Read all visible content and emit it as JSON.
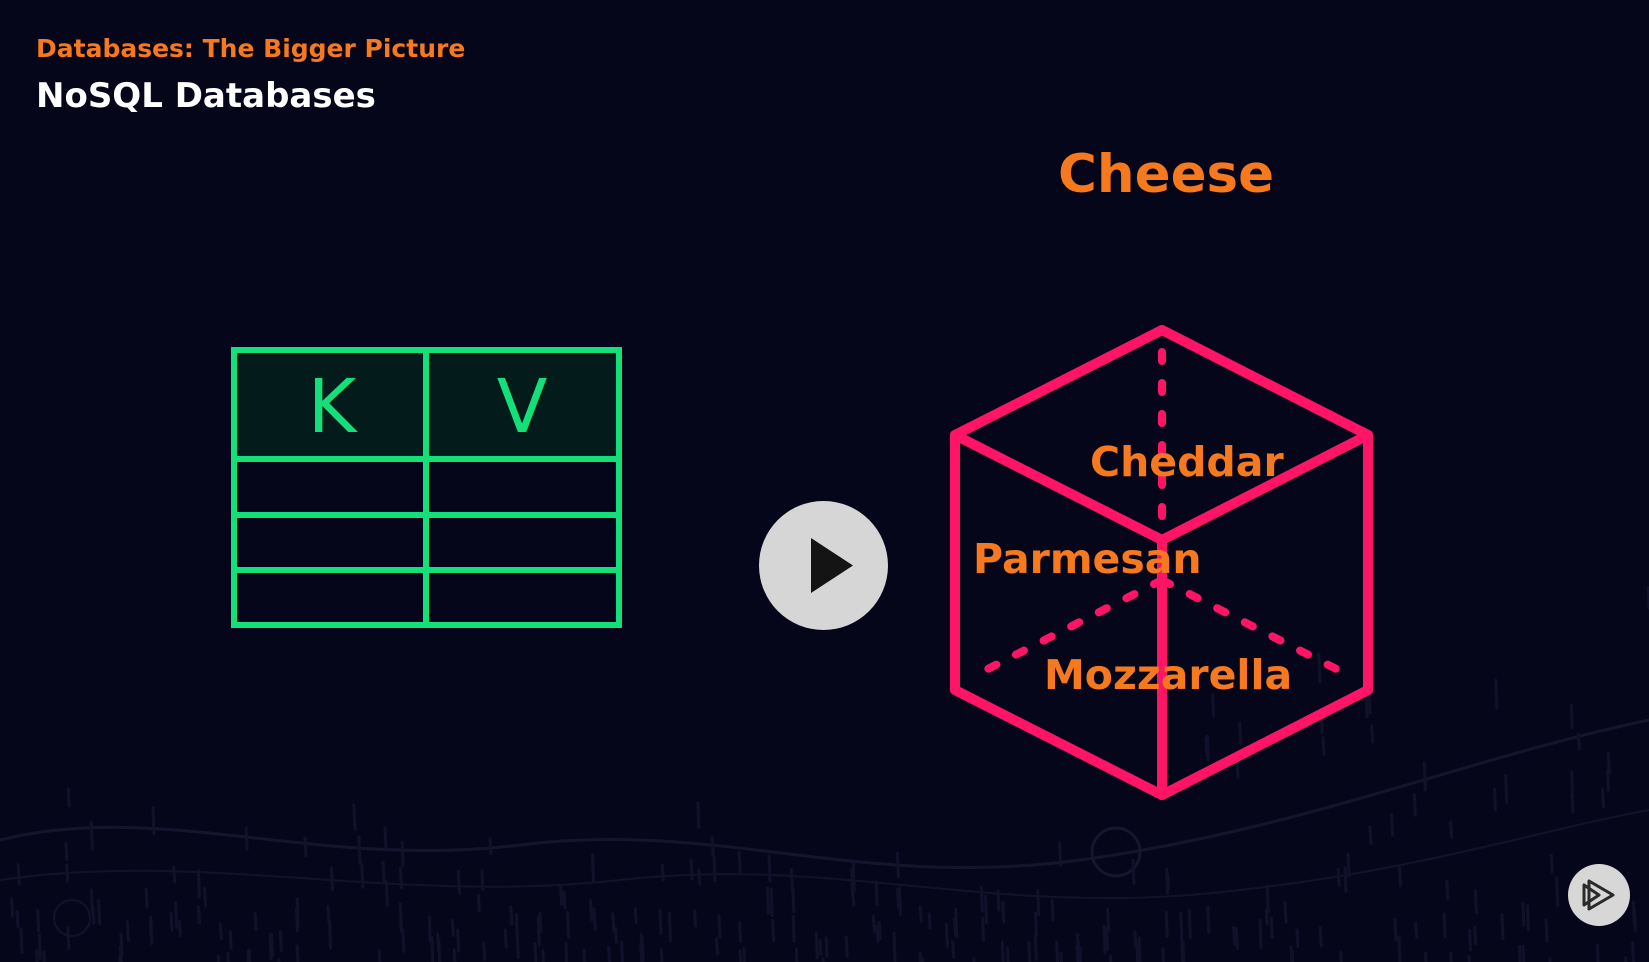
{
  "slide": {
    "course_title": "Databases: The Bigger Picture",
    "module_title": "NoSQL Databases"
  },
  "key_value_table": {
    "headers": [
      "K",
      "V"
    ],
    "empty_rows": 3
  },
  "cube": {
    "heading": "Cheese",
    "labels": [
      "Cheddar",
      "Parmesan",
      "Mozzarella"
    ]
  },
  "player": {
    "play_icon": "play-icon",
    "brand_icon": "pluralsight-logo-icon"
  },
  "colors": {
    "background": "#06061a",
    "accent_orange": "#f7791e",
    "table_green": "#14e07a",
    "cube_pink": "#ff1466",
    "play_button": "#d6d6d6"
  }
}
